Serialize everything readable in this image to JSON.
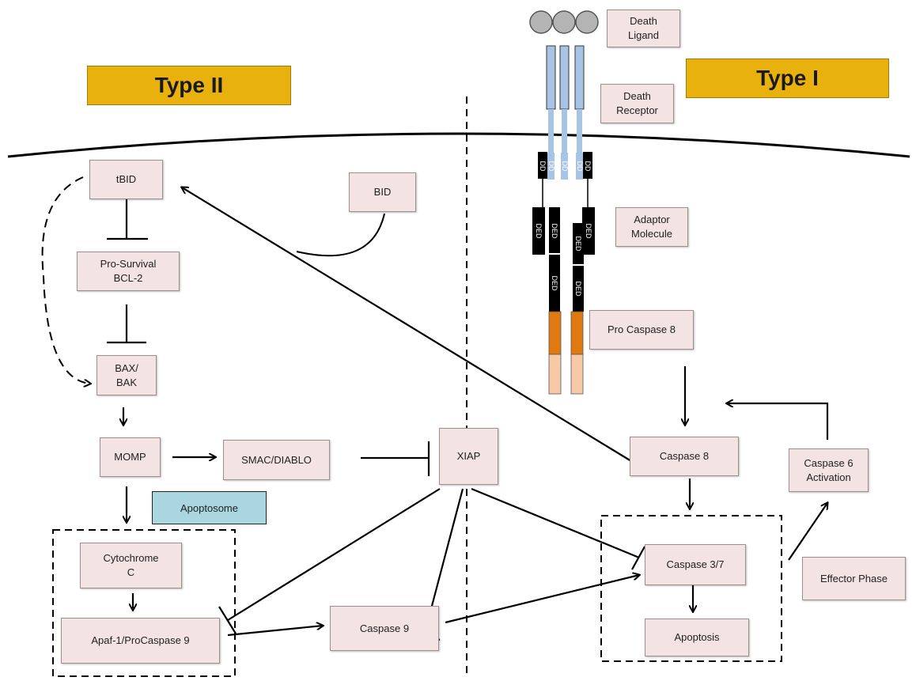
{
  "type_labels": {
    "type2": "Type II",
    "type1": "Type I"
  },
  "apoptosome": "Apoptosome",
  "nodes": {
    "death_ligand": "Death\nLigand",
    "death_receptor": "Death\nReceptor",
    "adaptor_molecule": "Adaptor\nMolecule",
    "pro_caspase8": "Pro Caspase 8",
    "tbid": "tBID",
    "bid": "BID",
    "pro_survival": "Pro-Survival\nBCL-2",
    "bax_bak": "BAX/\nBAK",
    "momp": "MOMP",
    "smac": "SMAC/DIABLO",
    "xiap": "XIAP",
    "caspase8": "Caspase 8",
    "caspase6": "Caspase 6\nActivation",
    "cytochrome": "Cytochrome\nC",
    "apaf": "Apaf-1/ProCaspase 9",
    "caspase9": "Caspase 9",
    "caspase37": "Caspase 3/7",
    "apoptosis": "Apoptosis",
    "effector": "Effector Phase"
  },
  "domain_labels": {
    "dd": "DD",
    "ded": "DED"
  },
  "colors": {
    "type_label": "#e8b10e",
    "apoptosome": "#a9d6df",
    "node_fill": "#f3e3e3",
    "receptor_blue": "#a8c4e4",
    "procaspase_orange": "#e07a10",
    "procaspase_peach": "#f7c9a6",
    "ligand_gray": "#b4b4b4"
  }
}
